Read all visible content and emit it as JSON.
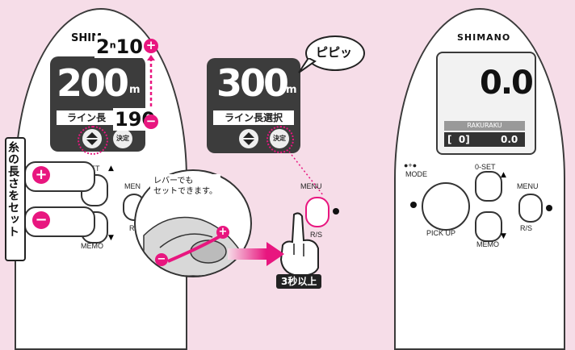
{
  "panel1": {
    "brand": "SHIM",
    "big_value": "200",
    "unit": "m",
    "line_label": "ライン長",
    "upper_value": "2",
    "upper_value_sup": "n",
    "upper_value_rest": "10",
    "lower_value": "190",
    "plus_symbol": "+",
    "minus_symbol": "−",
    "kettei": "決定",
    "oset_label": "0-SET",
    "menu_label": "MEN",
    "memo_label": "MEMO",
    "rs_label": "R/"
  },
  "side_label": "糸の長さをセット",
  "lever_callout": {
    "line1": "レバーでも",
    "line2": "セットできます。"
  },
  "panel2": {
    "big_value": "300",
    "unit": "m",
    "line_label": "ライン長選択",
    "kettei": "決定",
    "beep": "ピピッ",
    "menu_label": "MENU",
    "rs_label": "R/S"
  },
  "hold_badge": "3秒以上",
  "panel3": {
    "brand": "SHIMANO",
    "big_value": "0.0",
    "mode_name": "RAKURAKU",
    "bracket_value": "0",
    "small_value": "0.0",
    "mode_label": "MODE",
    "mode_plus": "●+●",
    "oset_label": "0-SET",
    "menu_label": "MENU",
    "pickup_label": "PICK UP",
    "rs_label": "R/S",
    "memo_label": "MEMO"
  },
  "colors": {
    "background": "#f6dde8",
    "accent": "#e8167f",
    "lcd": "#3c3c3c"
  }
}
